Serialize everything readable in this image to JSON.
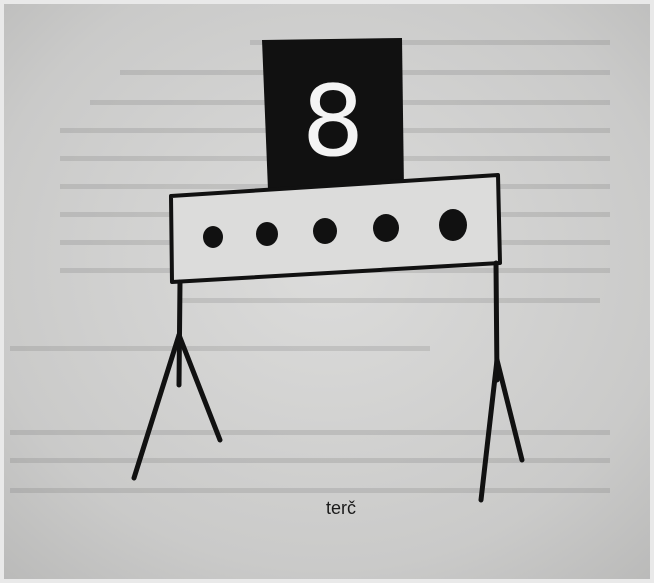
{
  "sign": {
    "number": "8"
  },
  "target": {
    "hole_count": 5
  },
  "caption": "terč",
  "colors": {
    "paper": "#cfcfce",
    "ink": "#111111",
    "number_text": "#f4f4f4"
  }
}
